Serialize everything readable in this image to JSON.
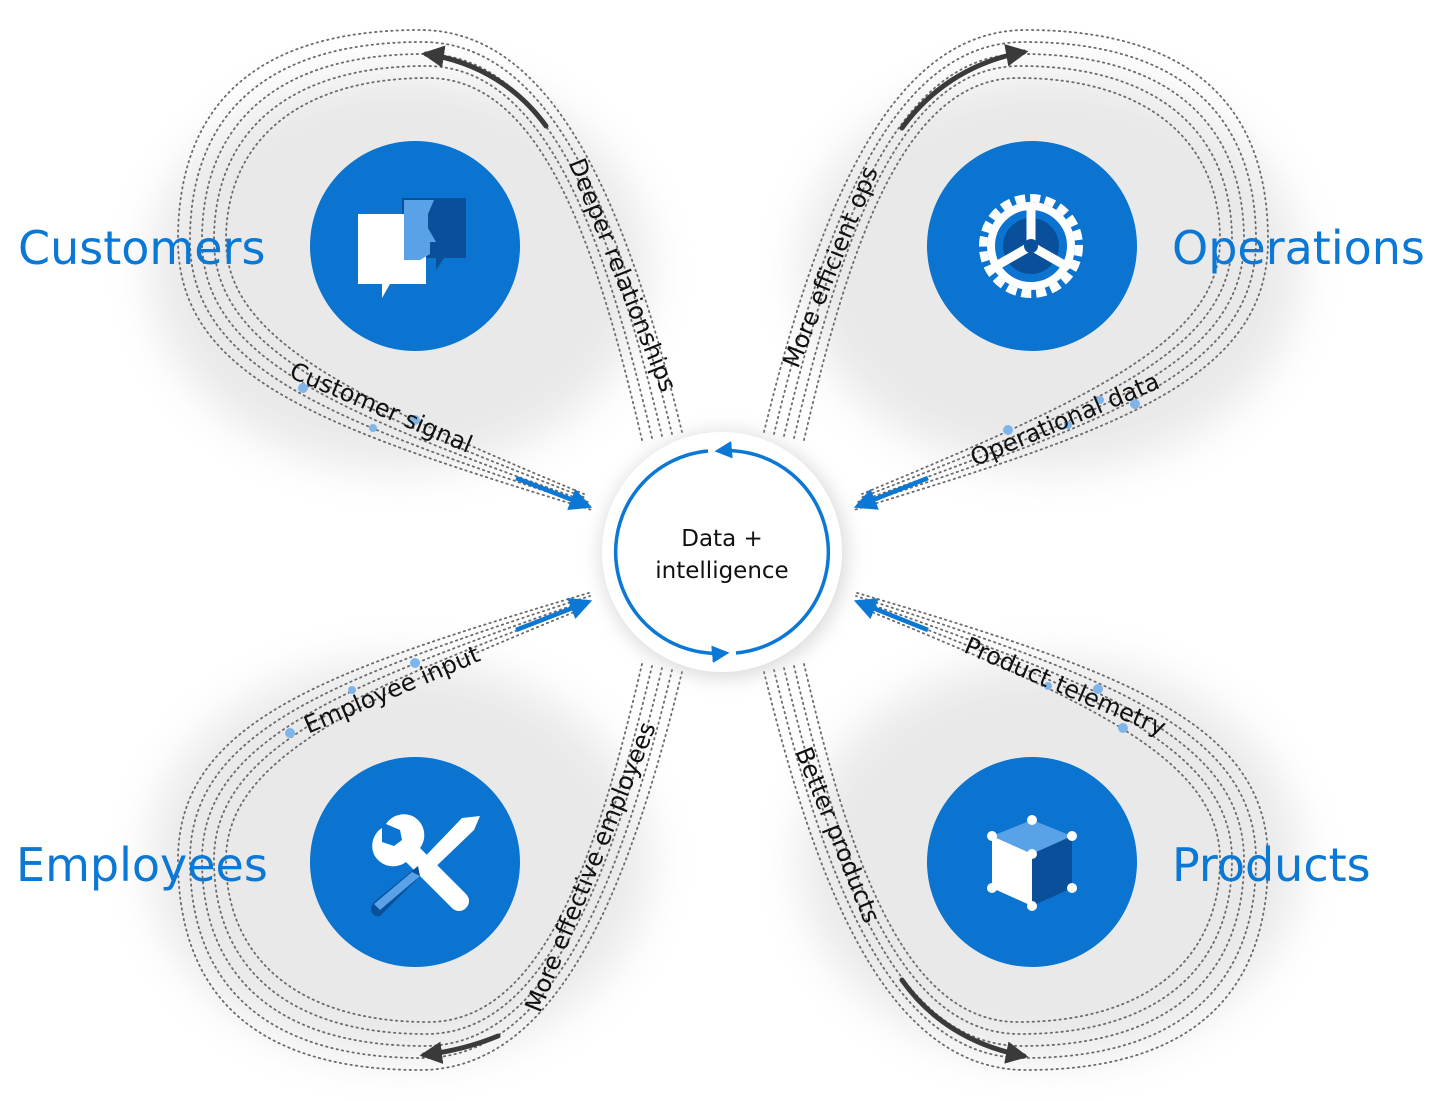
{
  "hub": {
    "line1": "Data +",
    "line2": "intelligence"
  },
  "pillars": {
    "customers": {
      "label": "Customers",
      "icon": "chat-person-icon"
    },
    "operations": {
      "label": "Operations",
      "icon": "gear-icon"
    },
    "employees": {
      "label": "Employees",
      "icon": "wrench-screwdriver-icon"
    },
    "products": {
      "label": "Products",
      "icon": "cube-icon"
    }
  },
  "flows": {
    "customer_signal": "Customer signal",
    "deeper_relationships": "Deeper relationships",
    "more_efficient_ops": "More efficient ops",
    "operational_data": "Operational data",
    "employee_input": "Employee input",
    "more_effective_employees": "More effective employees",
    "better_products": "Better products",
    "product_telemetry": "Product telemetry"
  },
  "colors": {
    "brand_blue": "#0a78d4",
    "circle_blue": "#0b73d0",
    "text_dark": "#111111",
    "arrow_dark": "#3a3a3a",
    "dot_light": "#7fb6ea"
  }
}
